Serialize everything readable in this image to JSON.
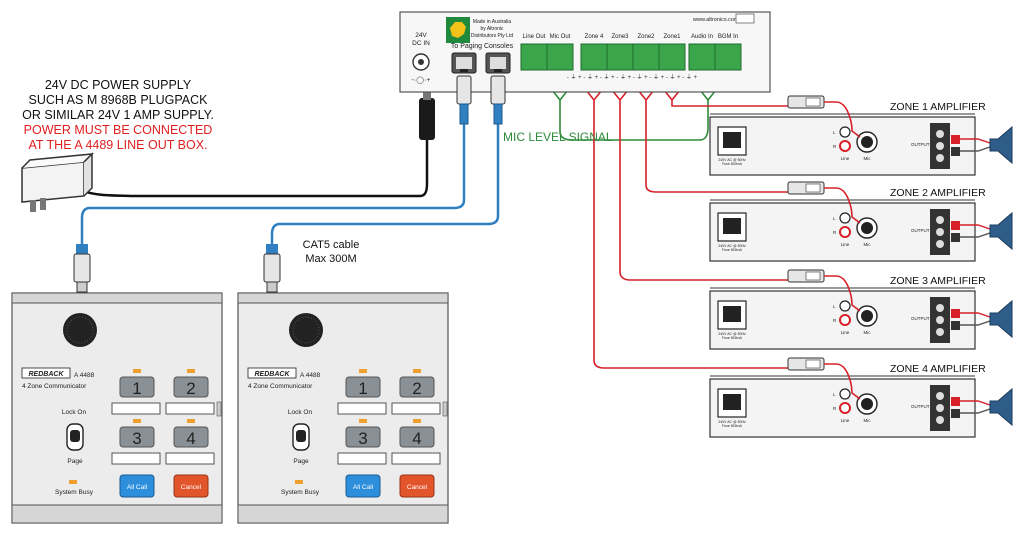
{
  "colors": {
    "red_wire": "#d8202a",
    "green_wire": "#2e8b3a",
    "blue_wire": "#2f7fc1",
    "black_wire": "#111111",
    "terminal_green": "#3aa54a",
    "panel": "#ececec",
    "panel_dark": "#d6d6d6",
    "button_grey": "#8a9196",
    "all_call_blue": "#2d8fdc",
    "cancel_orange": "#e2542a",
    "amber_led": "#f0a030",
    "warning_red": "#e02020"
  },
  "power_note": {
    "lines": [
      "24V DC POWER SUPPLY",
      "SUCH AS  M 8968B PLUGPACK",
      "OR SIMILAR 24V 1 AMP SUPPLY."
    ],
    "warning_lines": [
      "POWER MUST BE CONNECTED",
      "AT THE A 4489 LINE OUT BOX."
    ]
  },
  "cable_note": {
    "lines": [
      "CAT5 cable",
      "Max 300M"
    ]
  },
  "mic_level_label": "MIC LEVEL SIGNAL",
  "line_out_box": {
    "website": "www.altronics.com.au",
    "dc_in_label_1": "24V",
    "dc_in_label_2": "DC IN",
    "made_in_1": "Made in Australia",
    "made_in_2": "by Altronic",
    "made_in_3": "Distributors Pty Ltd",
    "paging_consoles_label": "To Paging Consoles",
    "terminals": [
      "Line Out",
      "Mic Out",
      "Zone 4",
      "Zone3",
      "Zone2",
      "Zone1",
      "Audio In",
      "BGM In"
    ]
  },
  "amplifiers": [
    {
      "title": "ZONE 1 AMPLIFIER",
      "output_label": "OUTPUT",
      "in_l": "L",
      "in_r": "R",
      "line_label": "Line",
      "mic_label": "Mic",
      "mains_1": "240V AC @ 50Hz",
      "mains_2": "Fuse 800mA"
    },
    {
      "title": "ZONE 2 AMPLIFIER",
      "output_label": "OUTPUT",
      "in_l": "L",
      "in_r": "R",
      "line_label": "Line",
      "mic_label": "Mic",
      "mains_1": "240V AC @ 50Hz",
      "mains_2": "Fuse 800mA"
    },
    {
      "title": "ZONE 3 AMPLIFIER",
      "output_label": "OUTPUT",
      "in_l": "L",
      "in_r": "R",
      "line_label": "Line",
      "mic_label": "Mic",
      "mains_1": "240V AC @ 50Hz",
      "mains_2": "Fuse 800mA"
    },
    {
      "title": "ZONE 4 AMPLIFIER",
      "output_label": "OUTPUT",
      "in_l": "L",
      "in_r": "R",
      "line_label": "Line",
      "mic_label": "Mic",
      "mains_1": "240V AC @ 50Hz",
      "mains_2": "Fuse 800mA"
    }
  ],
  "consoles": [
    {
      "brand": "REDBACK",
      "model": "A 4488",
      "subtitle": "4 Zone Communicator",
      "lock_on": "Lock On",
      "page": "Page",
      "system_busy": "System Busy",
      "keys": [
        "1",
        "2",
        "3",
        "4"
      ],
      "all_call": "All Call",
      "cancel": "Cancel"
    },
    {
      "brand": "REDBACK",
      "model": "A 4488",
      "subtitle": "4 Zone Communicator",
      "lock_on": "Lock On",
      "page": "Page",
      "system_busy": "System Busy",
      "keys": [
        "1",
        "2",
        "3",
        "4"
      ],
      "all_call": "All Call",
      "cancel": "Cancel"
    }
  ]
}
